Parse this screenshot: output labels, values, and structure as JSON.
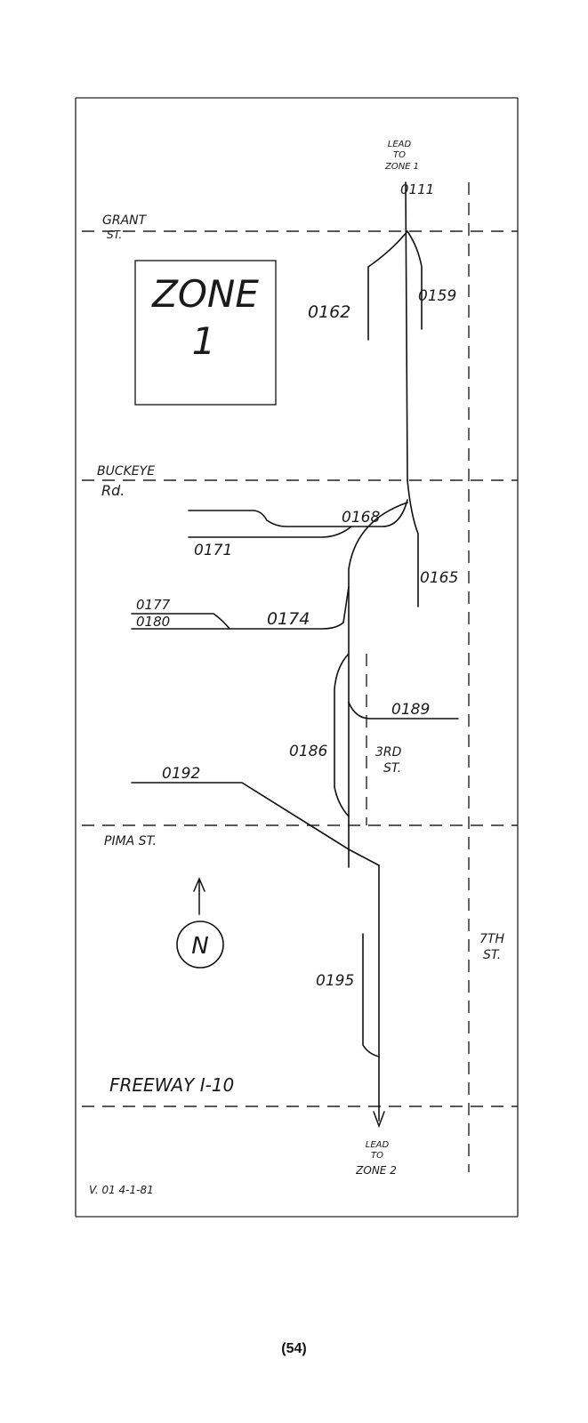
{
  "map": {
    "zone_box": {
      "line1": "ZONE",
      "line2": "1"
    },
    "streets": {
      "grant_line1": "GRANT",
      "grant_line2": "ST.",
      "buckeye_line1": "BUCKEYE",
      "buckeye_line2": "Rd.",
      "pima": "PIMA ST.",
      "third_line1": "3RD",
      "third_line2": "ST.",
      "seventh_line1": "7TH",
      "seventh_line2": "ST.",
      "freeway": "FREEWAY I-10"
    },
    "lead_top": {
      "line1": "LEAD",
      "line2": "TO",
      "line3": "ZONE 1"
    },
    "lead_bottom": {
      "line1": "LEAD",
      "line2": "TO",
      "line3": "ZONE 2"
    },
    "track_labels": {
      "t0111": "0111",
      "t0159": "0159",
      "t0162": "0162",
      "t0168": "0168",
      "t0171": "0171",
      "t0165": "0165",
      "t0177": "0177",
      "t0180": "0180",
      "t0174": "0174",
      "t0189": "0189",
      "t0186": "0186",
      "t0192": "0192",
      "t0195": "0195"
    },
    "north_arrow": "N",
    "version": "V. 01  4-1-81"
  },
  "page_number": "(54)"
}
